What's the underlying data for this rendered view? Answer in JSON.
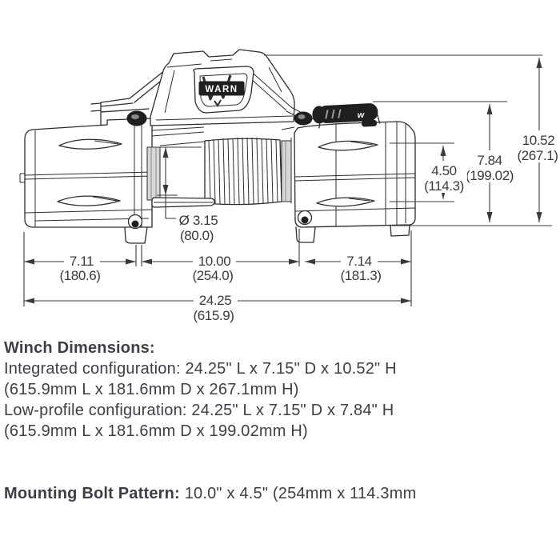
{
  "diagram": {
    "brand_logo": "WARN",
    "clutch_label": "w",
    "dims": {
      "overall_height": {
        "inches": "10.52",
        "mm": "(267.1)"
      },
      "low_profile_height": {
        "inches": "7.84",
        "mm": "(199.02)"
      },
      "bolt_pattern_height": {
        "inches": "4.50",
        "mm": "(114.3)"
      },
      "drum_diameter": {
        "inches": "Ø 3.15",
        "mm": "(80.0)"
      },
      "motor_side_length": {
        "inches": "7.11",
        "mm": "(180.6)"
      },
      "bolt_pattern_length": {
        "inches": "10.00",
        "mm": "(254.0)"
      },
      "gear_side_length": {
        "inches": "7.14",
        "mm": "(181.3)"
      },
      "overall_length": {
        "inches": "24.25",
        "mm": "(615.9)"
      }
    }
  },
  "specs": {
    "heading": "Winch Dimensions:",
    "lines": [
      "Integrated configuration: 24.25\" L x 7.15\" D x 10.52\" H",
      "(615.9mm L x 181.6mm D x 267.1mm H)",
      "Low-profile configuration: 24.25\" L x 7.15\" D x 7.84\" H",
      "(615.9mm L x 181.6mm D x 199.02mm H)"
    ],
    "mounting_heading": "Mounting Bolt Pattern:",
    "mounting_value": "10.0\" x 4.5\" (254mm x 114.3mm"
  },
  "colors": {
    "line": "#2d2d2d",
    "dim": "#3a3a3a",
    "text": "#3e3e44"
  }
}
